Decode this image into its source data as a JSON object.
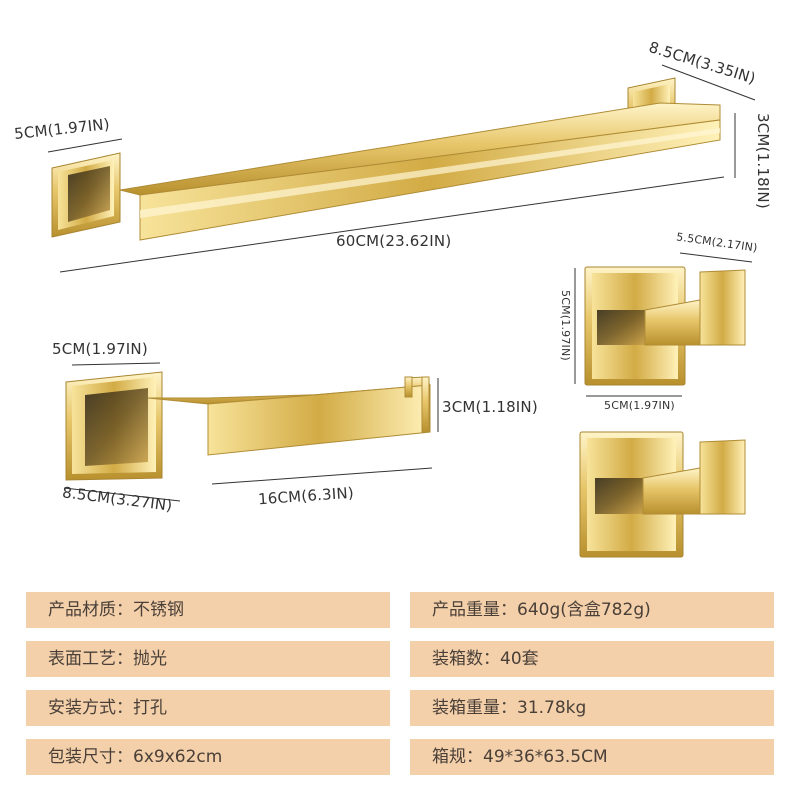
{
  "dimensions": {
    "bar_left_width": "5CM(1.97IN)",
    "bar_depth": "8.5CM(3.35IN)",
    "bar_height": "3CM(1.18IN)",
    "bar_length": "60CM(23.62IN)",
    "holder_width": "5CM(1.97IN)",
    "holder_height": "3CM(1.18IN)",
    "holder_depth": "8.5CM(3.27IN)",
    "holder_length": "16CM(6.3IN)",
    "hook_depth": "5.5CM(2.17IN)",
    "hook_height": "5CM(1.97IN)",
    "hook_width": "5CM(1.97IN)"
  },
  "specs": {
    "material": "产品材质：不锈钢",
    "weight": "产品重量：640g(含盒782g)",
    "finish": "表面工艺：抛光",
    "carton_qty": "装箱数：40套",
    "install": "安装方式：打孔",
    "carton_weight": "装箱重量：31.78kg",
    "package_size": "包装尺寸：6x9x62cm",
    "carton_size": "箱规：49*36*63.5CM"
  },
  "colors": {
    "gold": "#d9b34a",
    "spec_bg": "#f3cfaa"
  }
}
